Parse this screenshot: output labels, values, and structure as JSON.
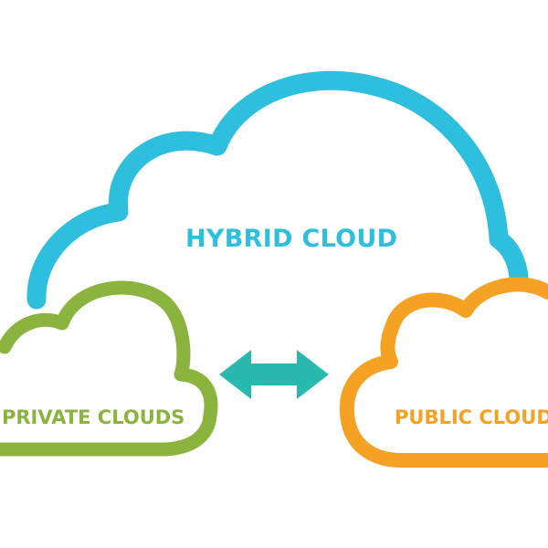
{
  "hybrid_cloud": {
    "label": "HYBRID CLOUD",
    "color": "#2ebfde"
  },
  "private_clouds": {
    "label": "PRIVATE CLOUDS",
    "color": "#8ab43e"
  },
  "public_clouds": {
    "label": "PUBLIC CLOUDS",
    "color": "#f5a123"
  },
  "connector": {
    "icon": "double-arrow-icon",
    "color": "#2ab9b0"
  }
}
